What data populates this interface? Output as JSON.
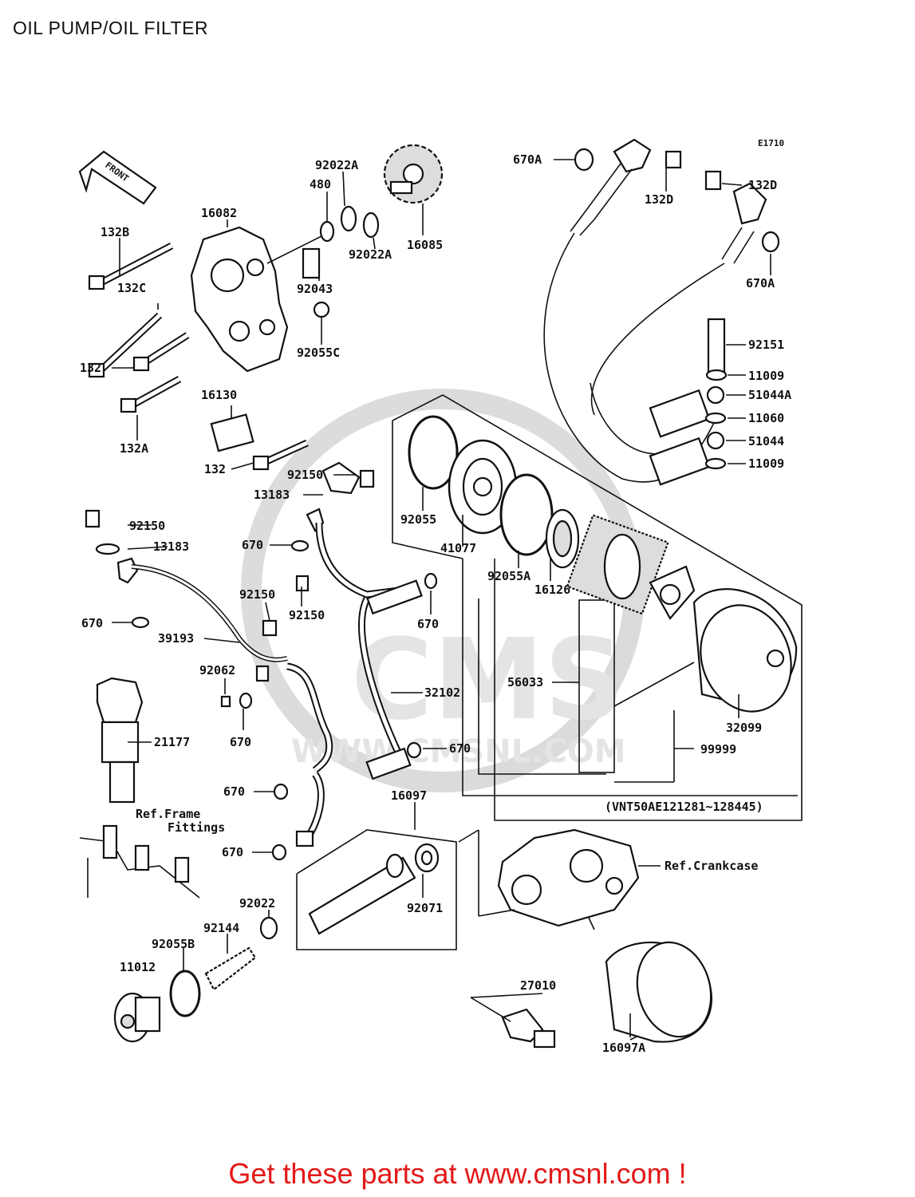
{
  "page": {
    "title": "OIL PUMP/OIL FILTER",
    "promo": "Get these parts at www.cmsnl.com !"
  },
  "diagram": {
    "code": "E1710",
    "front_label": "FRONT",
    "labels": [
      "670A",
      "132D",
      "132D",
      "670A",
      "92022A",
      "480",
      "16082",
      "132B",
      "92022A",
      "16085",
      "92043",
      "132C",
      "92055C",
      "132",
      "16130",
      "132A",
      "132",
      "92150",
      "13183",
      "92055",
      "41077",
      "92055A",
      "16126",
      "92151",
      "11009",
      "51044A",
      "11060",
      "51044",
      "11009",
      "92150",
      "13183",
      "670",
      "670",
      "670",
      "39193",
      "92150",
      "92150",
      "92062",
      "670",
      "32102",
      "56033",
      "32099",
      "99999",
      "21177",
      "670",
      "670",
      "670",
      "(VNT50AE121281~128445)",
      "16097",
      "Ref.Frame",
      "Fittings",
      "Ref.Crankcase",
      "92022",
      "92071",
      "92144",
      "92055B",
      "11012",
      "27010",
      "16097A"
    ],
    "watermark": [
      "CMS",
      "WWW.CMSNL.COM"
    ]
  }
}
